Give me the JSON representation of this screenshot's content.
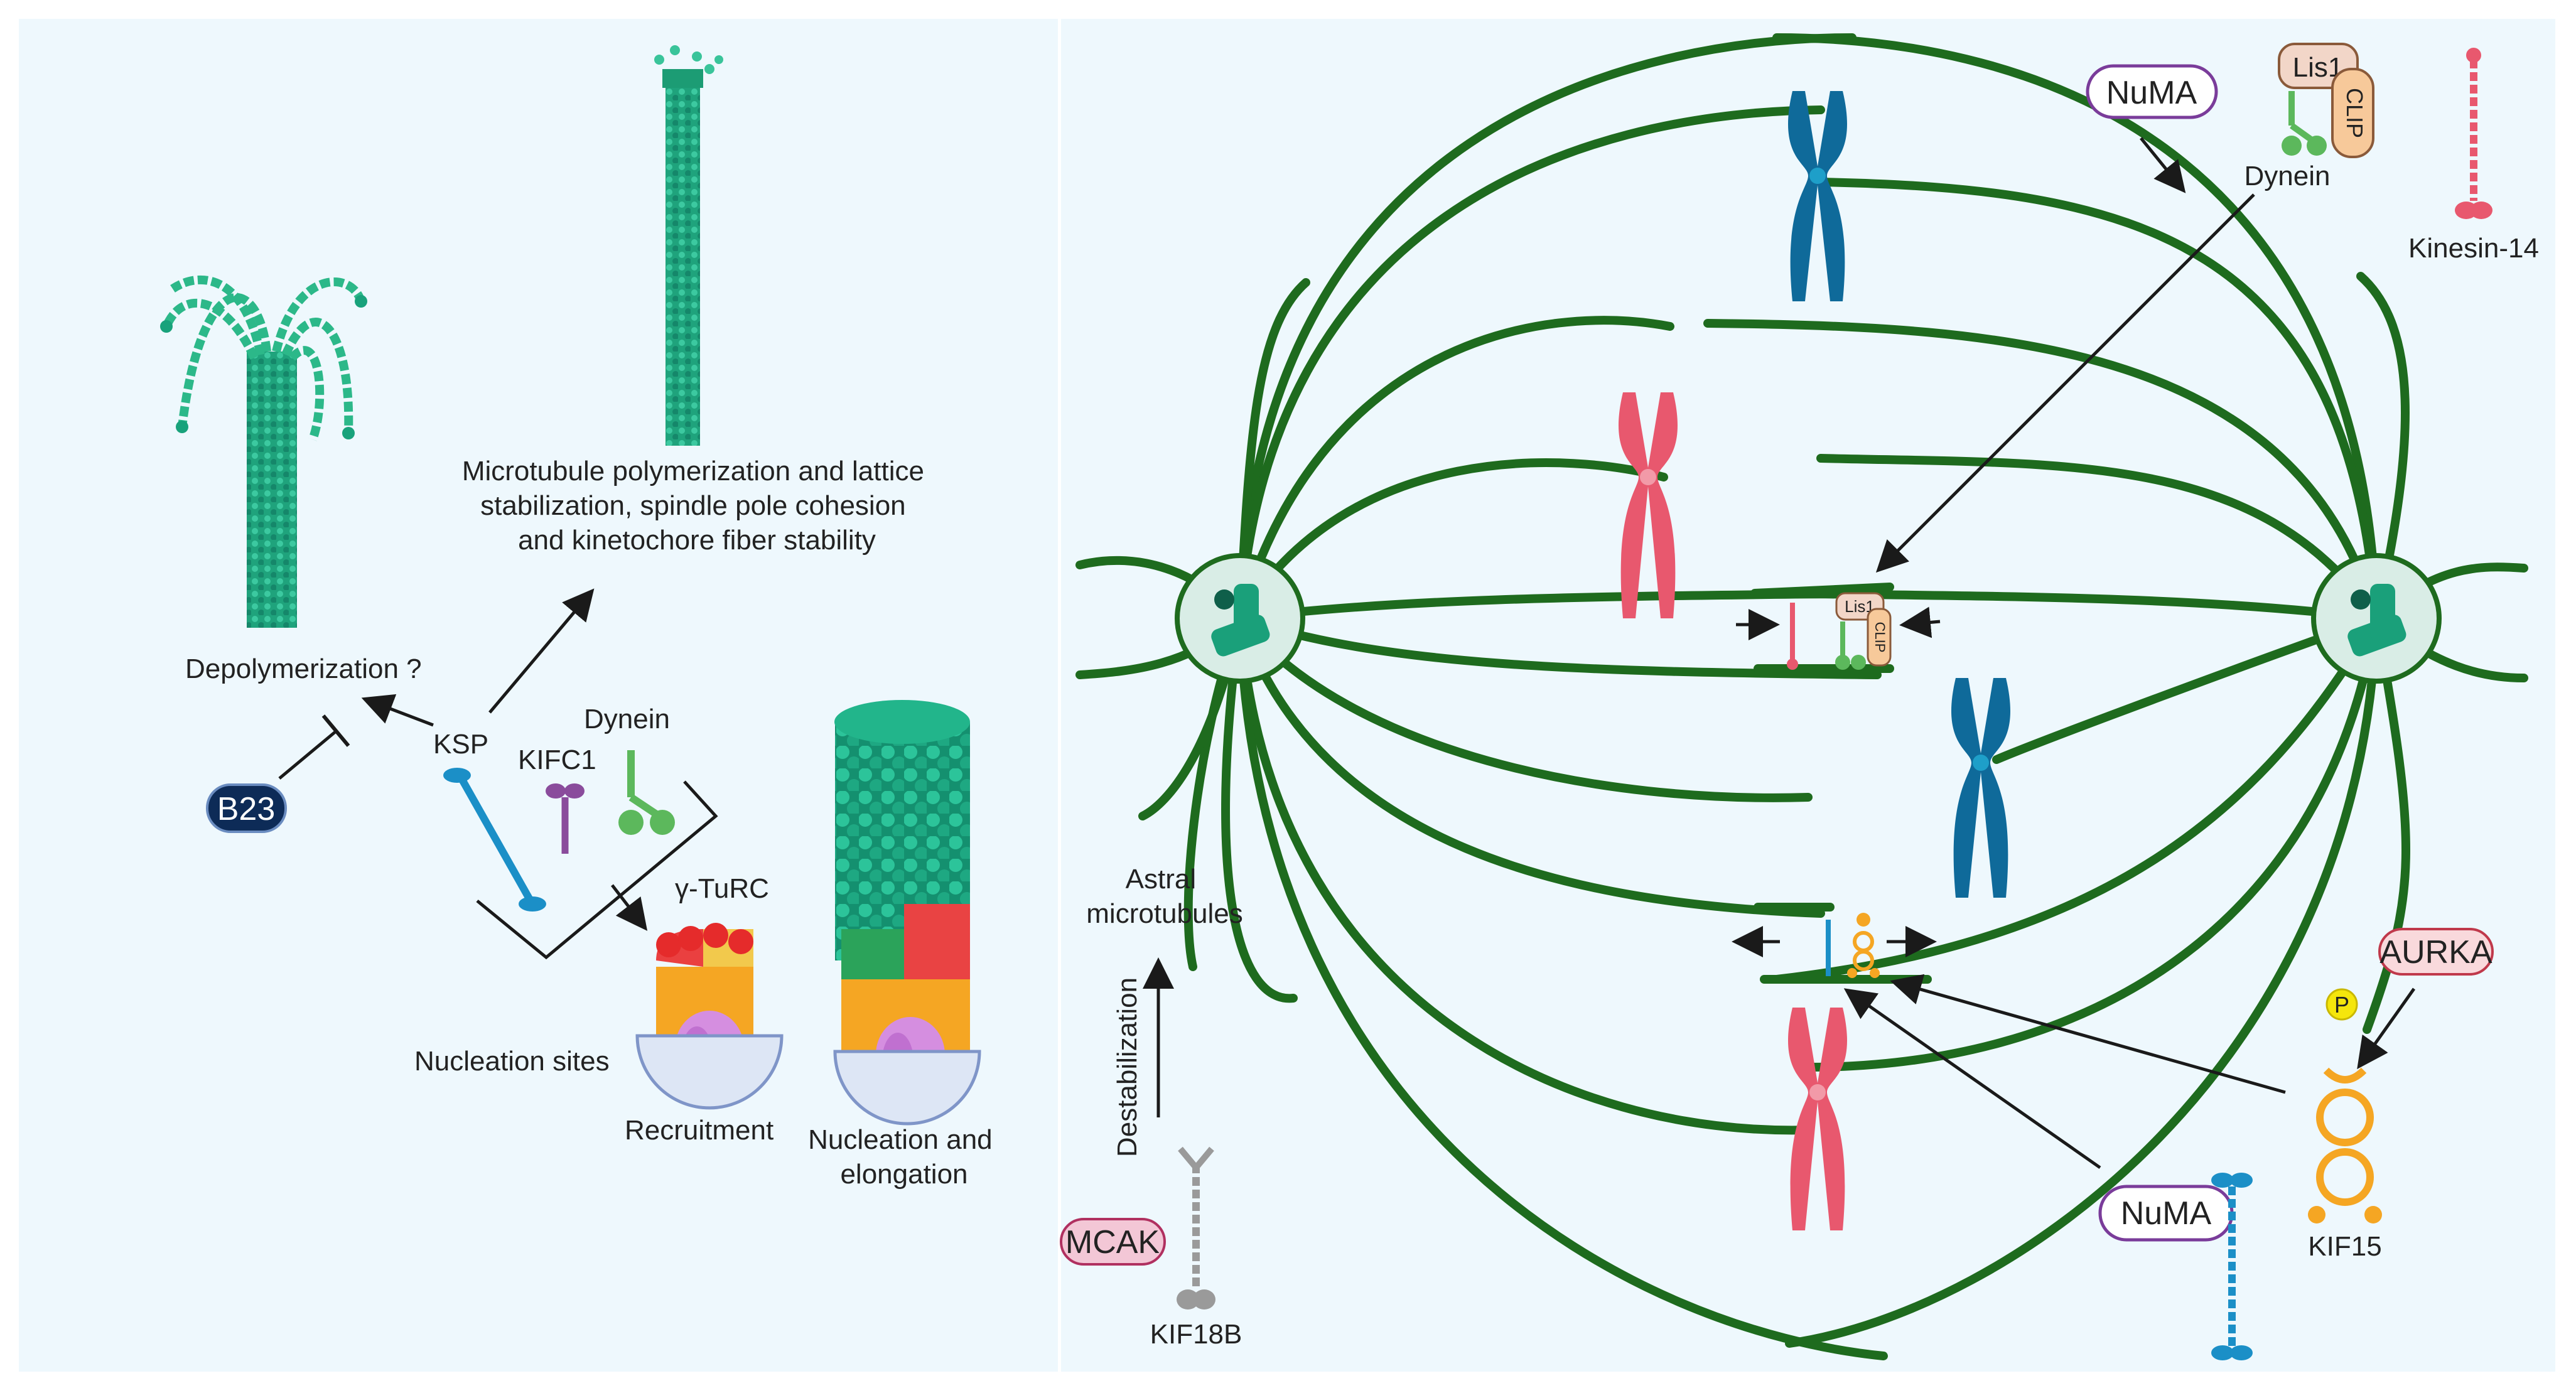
{
  "left_panel": {
    "depolymerization_label": "Depolymerization ?",
    "polymerization_label_lines": [
      "Microtubule polymerization and lattice",
      "stabilization, spindle pole cohesion",
      "and kinetochore fiber stability"
    ],
    "b23_label": "B23",
    "ksp_label": "KSP",
    "kifc1_label": "KIFC1",
    "dynein_label": "Dynein",
    "gamma_turc_label": "γ-TuRC",
    "nucleation_sites_label": "Nucleation sites",
    "recruitment_label": "Recruitment",
    "nucleation_elongation_lines": [
      "Nucleation and",
      "elongation"
    ]
  },
  "right_panel": {
    "numa_top_label": "NuMA",
    "lis1_label": "Lis1",
    "clip_label": "CLIP",
    "dynein_label": "Dynein",
    "kinesin14_label": "Kinesin-14",
    "astral_label_lines": [
      "Astral",
      "microtubules"
    ],
    "destabilization_label": "Destabilization",
    "mcak_label": "MCAK",
    "kif18b_label": "KIF18B",
    "aurka_label": "AURKA",
    "p_label": "P",
    "kif15_label": "KIF15",
    "numa_bottom_label": "NuMA",
    "lis1_small_label": "Lis1",
    "clip_small_label": "CLIP"
  },
  "colors": {
    "microtubule": "#1e6b1e",
    "panel_bg": "#eef8fd",
    "chromosome_blue": "#0f6a9a",
    "chromosome_pink": "#e8586e",
    "b23_fill": "#0d2b57",
    "numa_border": "#7a3c9a",
    "mcak_fill": "#f3c7d6",
    "aurka_fill": "#f9d9dc",
    "kif15": "#f5a623",
    "ksp": "#1b8fc7",
    "kifc1": "#8a4c9c",
    "dynein": "#5cb85c"
  }
}
